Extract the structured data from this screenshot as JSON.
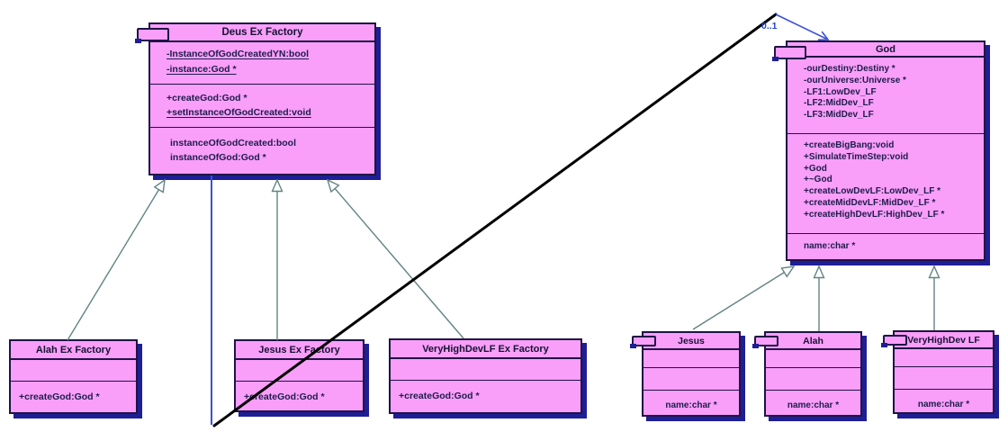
{
  "diagram_type": "uml-class-diagram",
  "labels": {
    "multiplicity": "0..1"
  },
  "colors": {
    "class_fill": "#F99EF9",
    "class_border": "#1F1445",
    "class_shadow": "#1E1E96",
    "member_text": "#1D1D4A",
    "generalization_line": "#628482",
    "association_line_blue": "#3A50D9",
    "association_line_black": "#000000",
    "multiplicity_text": "#2244CC",
    "background": "#FFFFFF"
  },
  "classes": {
    "deus_ex_factory": {
      "title": "Deus Ex Factory",
      "icon": "class-icon",
      "attributes": [
        {
          "text": "-InstanceOfGodCreatedYN:bool",
          "static": true
        },
        {
          "text": "-instance:God *",
          "static": true
        }
      ],
      "methods": [
        {
          "text": "+createGod:God *",
          "static": false
        },
        {
          "text": "+setInstanceOfGodCreated:void",
          "static": true
        }
      ],
      "properties": [
        {
          "text": "instanceOfGodCreated:bool"
        },
        {
          "text": "instanceOfGod:God *"
        }
      ]
    },
    "god": {
      "title": "God",
      "icon": "class-icon",
      "attributes": [
        "-ourDestiny:Destiny *",
        "-ourUniverse:Universe *",
        "-LF1:LowDev_LF",
        "-LF2:MidDev_LF",
        "-LF3:MidDev_LF"
      ],
      "methods": [
        "+createBigBang:void",
        "+SimulateTimeStep:void",
        "+God",
        "+~God",
        "+createLowDevLF:LowDev_LF *",
        "+createMidDevLF:MidDev_LF *",
        "+createHighDevLF:HighDev_LF *"
      ],
      "properties": [
        "name:char *"
      ]
    },
    "alah_ex_factory": {
      "title": "Alah Ex Factory",
      "methods": [
        "+createGod:God *"
      ]
    },
    "jesus_ex_factory": {
      "title": "Jesus Ex Factory",
      "methods": [
        "+createGod:God *"
      ]
    },
    "veryhighdevlf_ex_factory": {
      "title": "VeryHighDevLF Ex Factory",
      "methods": [
        "+createGod:God *"
      ]
    },
    "jesus": {
      "title": "Jesus",
      "icon": "class-icon",
      "properties": [
        "name:char *"
      ]
    },
    "alah": {
      "title": "Alah",
      "icon": "class-icon",
      "properties": [
        "name:char *"
      ]
    },
    "veryhighdev_lf": {
      "title": "VeryHighDev LF",
      "icon": "class-icon",
      "properties": [
        "name:char *"
      ]
    }
  },
  "relationships": [
    {
      "type": "generalization",
      "from": "Alah Ex Factory",
      "to": "Deus Ex Factory"
    },
    {
      "type": "generalization",
      "from": "Jesus Ex Factory",
      "to": "Deus Ex Factory"
    },
    {
      "type": "generalization",
      "from": "VeryHighDevLF Ex Factory",
      "to": "Deus Ex Factory"
    },
    {
      "type": "generalization",
      "from": "Jesus",
      "to": "God"
    },
    {
      "type": "generalization",
      "from": "Alah",
      "to": "God"
    },
    {
      "type": "generalization",
      "from": "VeryHighDev LF",
      "to": "God"
    },
    {
      "type": "association",
      "from": "Deus Ex Factory",
      "to": "God",
      "multiplicity": "0..1"
    }
  ]
}
